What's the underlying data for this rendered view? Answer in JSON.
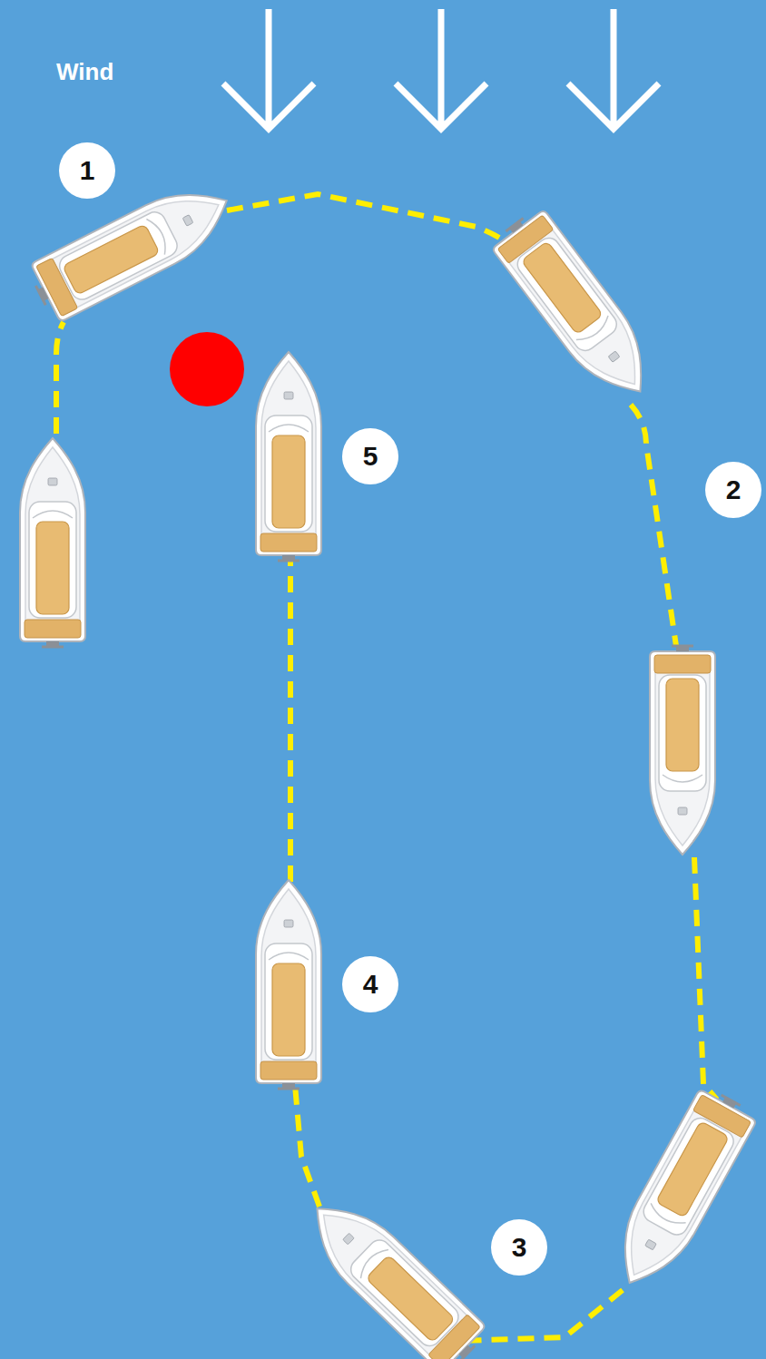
{
  "diagram": {
    "nodes": [
      {
        "text": [
          "1"
        ]
      },
      {
        "text": [
          "5"
        ]
      },
      {
        "text": [
          "2"
        ]
      },
      {
        "text": [
          "4"
        ]
      },
      {
        "text": [
          "3"
        ]
      }
    ],
    "labels": [
      "Wind"
    ]
  }
}
